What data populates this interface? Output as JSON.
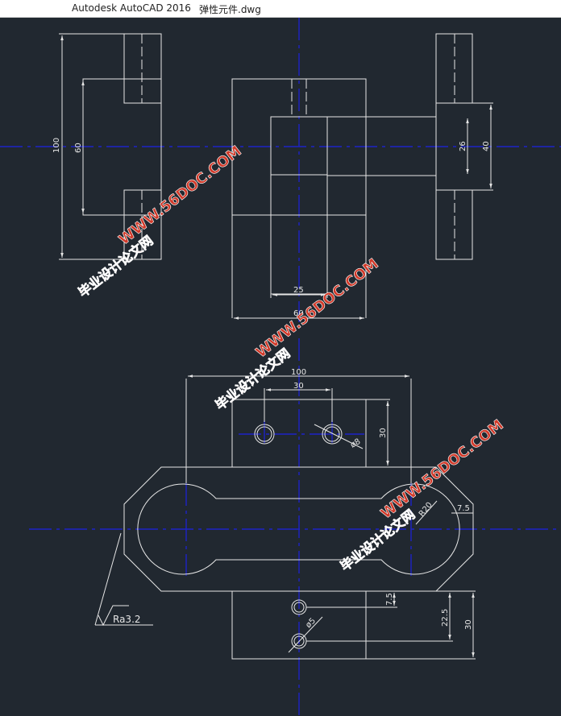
{
  "window": {
    "app_title": "Autodesk AutoCAD 2016",
    "file_title": "弹性元件.dwg"
  },
  "colors": {
    "background": "#212830",
    "line": "#e6e6e6",
    "centerline": "#1d23c8",
    "watermark": "#d23a2a"
  },
  "drawing": {
    "front_view_dims": {
      "height_total": "100",
      "height_inner": "60",
      "width_core": "25",
      "width_block": "60",
      "right_inner": "26",
      "right_outer": "40"
    },
    "top_view_dims": {
      "width_total": "100",
      "hole_spacing": "30",
      "boss_height": "30",
      "hole_dia": "ø8",
      "radius": "R20",
      "chamfer": "7.5",
      "roughness": "Ra3.2"
    },
    "bottom_view_dims": {
      "offset_small": "7.5",
      "offset_mid": "22.5",
      "height_total": "30",
      "hole_dia": "ø5"
    }
  },
  "watermarks": [
    {
      "cn": "毕业设计论文网",
      "url": "WWW.56DOC.COM"
    },
    {
      "cn": "毕业设计论文网",
      "url": "WWW.56DOC.COM"
    },
    {
      "cn": "毕业设计论文网",
      "url": "WWW.56DOC.COM"
    }
  ]
}
